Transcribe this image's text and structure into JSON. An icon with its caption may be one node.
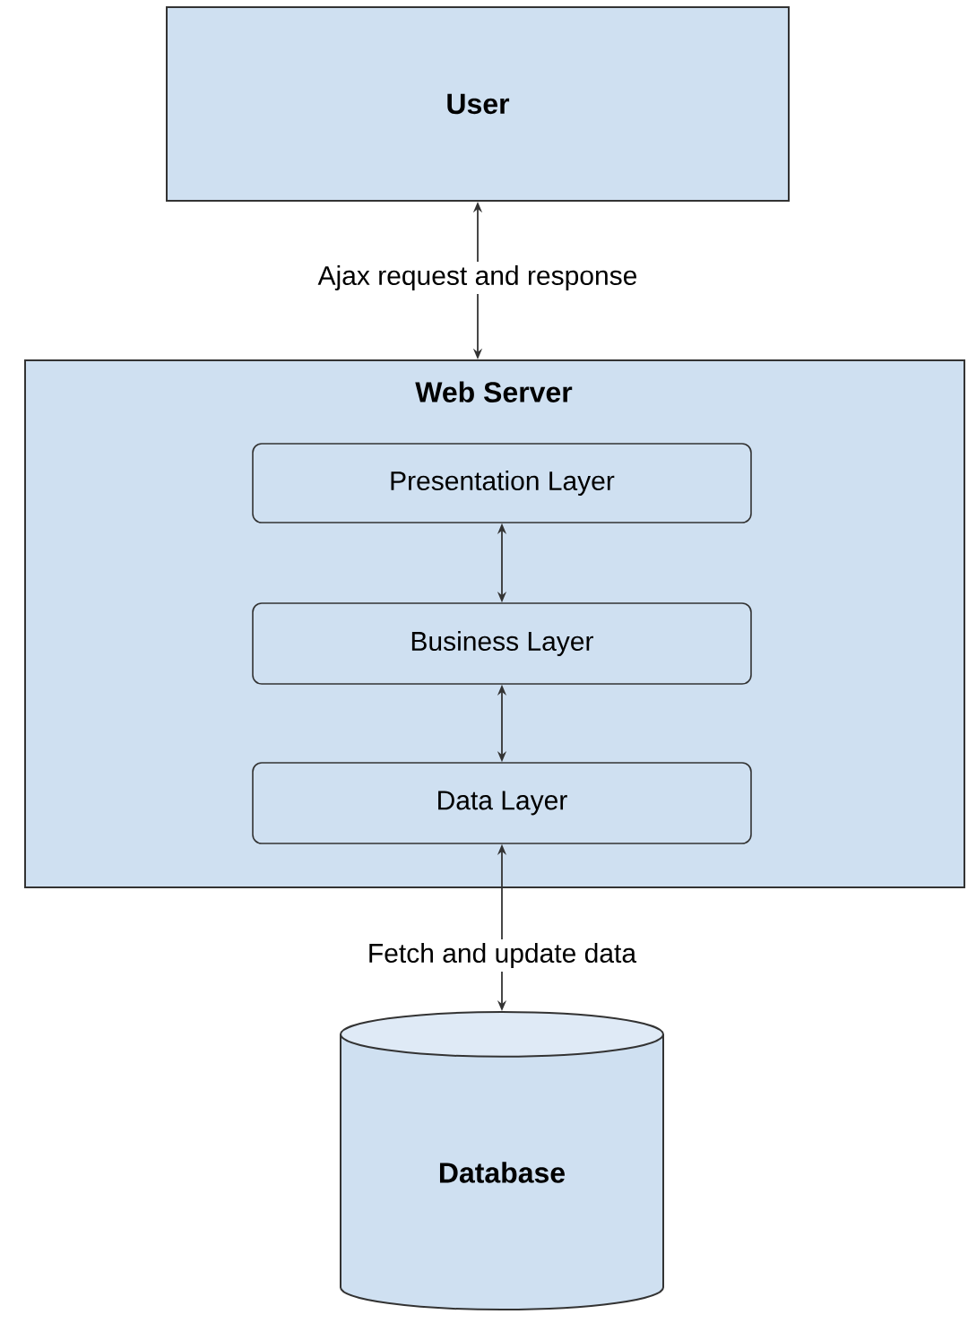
{
  "diagram": {
    "nodes": [
      {
        "text": [
          "User"
        ]
      },
      {
        "text": [
          "Web Server"
        ]
      },
      {
        "text": [
          "Presentation Layer"
        ],
        "in": 1
      },
      {
        "text": [
          "Business Layer"
        ],
        "in": 1
      },
      {
        "text": [
          "Data Layer"
        ],
        "in": 1
      },
      {
        "text": [
          "Database"
        ]
      }
    ],
    "edges": [
      {
        "from": 0,
        "to": 1,
        "arrow": "both",
        "label": "Ajax request and response"
      },
      {
        "from": 2,
        "to": 3,
        "arrow": "both"
      },
      {
        "from": 3,
        "to": 4,
        "arrow": "both"
      },
      {
        "from": 4,
        "to": 5,
        "arrow": "both",
        "label": "Fetch and update data"
      }
    ]
  }
}
